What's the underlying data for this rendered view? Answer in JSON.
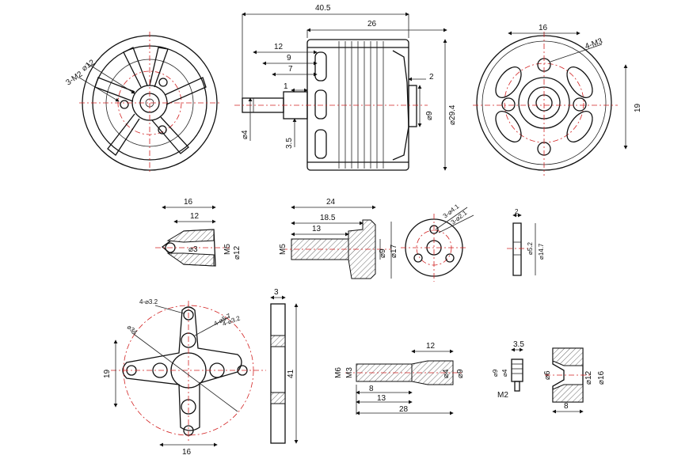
{
  "colors": {
    "line": "#111111",
    "centerline": "#d22222",
    "background": "#ffffff"
  },
  "motor_side": {
    "overall_length": "40.5",
    "body_length": "26",
    "shaft_12": "12",
    "shaft_9": "9",
    "shaft_7": "7",
    "shaft_1": "1",
    "shaft_dia": "⌀4",
    "shaft_35": "3.5",
    "flange_2": "2",
    "bearing_dia": "⌀9",
    "body_dia": "⌀29.4"
  },
  "front_view": {
    "bolt_circle": "⌀12",
    "holes": "3-M2"
  },
  "rear_view": {
    "width": "16",
    "holes": "4-M3",
    "height": "19"
  },
  "prop_nut": {
    "length": "16",
    "length2": "12",
    "bore": "⌀3",
    "thread": "M5",
    "dia": "⌀12"
  },
  "prop_adapter": {
    "length": "24",
    "length2": "18.5",
    "length3": "13",
    "thread": "M5",
    "dia1": "⌀9",
    "dia2": "⌀17"
  },
  "adapter_disc": {
    "holes1": "3-⌀4.1",
    "holes2": "3-⌀2.1"
  },
  "washer": {
    "thickness": "2",
    "dia1": "⌀5.2",
    "dia2": "⌀14.7"
  },
  "x_mount": {
    "holes1": "4-⌀3.2",
    "holes2": "4-⌀5.7",
    "holes3": "4-⌀3.2",
    "circle": "⌀34",
    "height": "19",
    "width": "16"
  },
  "mount_side": {
    "thickness": "3",
    "height": "41"
  },
  "shaft_part": {
    "length_12": "12",
    "thread_m6": "M6",
    "thread_m3": "M3",
    "dia4": "⌀4",
    "dia9": "⌀9",
    "len8": "8",
    "len13": "13",
    "len28": "28"
  },
  "grub_screw": {
    "length": "3.5",
    "dia9": "⌀9",
    "dia4": "⌀4",
    "thread": "M2"
  },
  "collar": {
    "dia6": "⌀6",
    "dia12": "⌀12",
    "dia16": "⌀16",
    "len": "8"
  }
}
